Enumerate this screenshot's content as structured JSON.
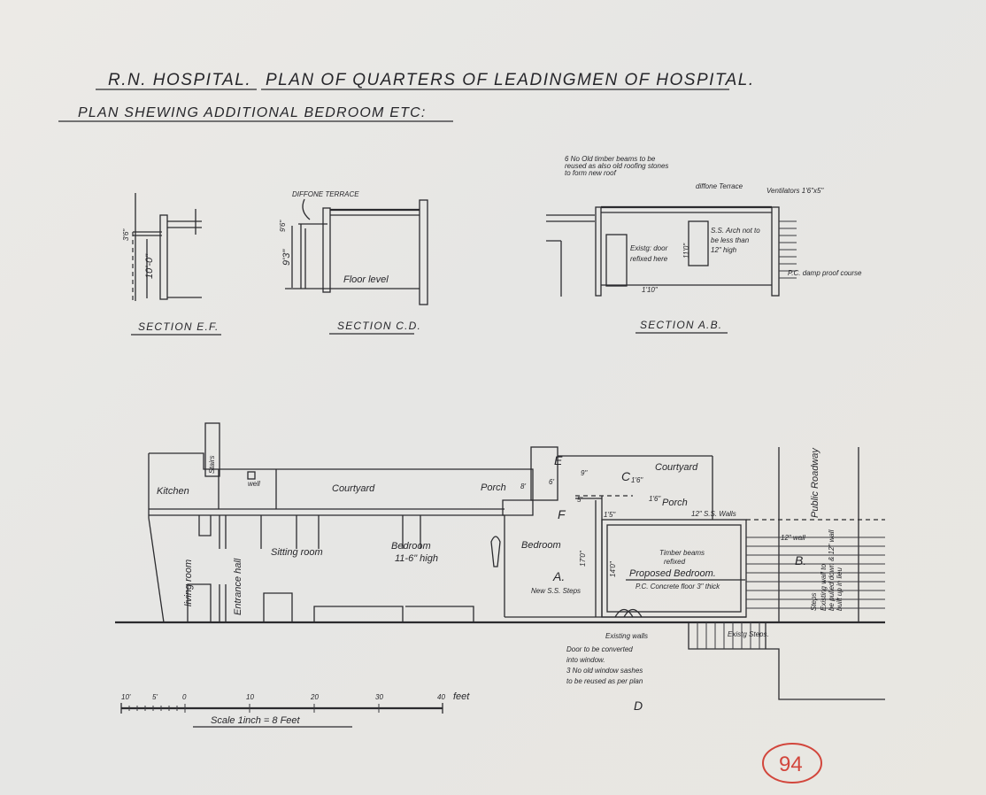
{
  "title": {
    "main_left": "R.N. HOSPITAL.",
    "main_right": "PLAN OF QUARTERS OF LEADINGMEN OF HOSPITAL.",
    "subtitle": "PLAN SHEWING ADDITIONAL BEDROOM ETC:"
  },
  "sections": {
    "ef": {
      "label": "SECTION E.F.",
      "dim1": "3'6\"",
      "dim2": "10'-0\""
    },
    "cd": {
      "label": "SECTION C.D.",
      "note_terrace": "DIFFONE TERRACE",
      "note_floor": "Floor level",
      "dim1": "9'3\"",
      "dim2": "9'6\""
    },
    "ab": {
      "label": "SECTION A.B.",
      "note_beams": [
        "6 No Old timber beams to be",
        "reused as also old roofing stones",
        "to form new roof"
      ],
      "note_terrace": "diffone Terrace",
      "note_vent": "Ventilators 1'6\"x5\"",
      "note_arch": [
        "S.S. Arch not to",
        "be less than",
        "12\" high"
      ],
      "note_door": [
        "Existg: door",
        "refixed here"
      ],
      "note_dpc": "P.C. damp proof course",
      "dim_height": "11'0\"",
      "dim_step": "1'10\""
    }
  },
  "plan": {
    "rooms": {
      "kitchen": "Kitchen",
      "well": "well",
      "courtyard_left": "Courtyard",
      "porch_left": "Porch",
      "sitting_room": "Sitting room",
      "bedroom_mid": "Bedroom",
      "bedroom_mid_height": "11-6\" high",
      "living_room": "living room",
      "entrance_hall": "Entrance hall",
      "bedroom_right": "Bedroom",
      "courtyard_right": "Courtyard",
      "porch_right": "Porch",
      "proposed_bedroom": "Proposed Bedroom.",
      "stairs": "Stairs"
    },
    "markers": {
      "a": "A.",
      "b": "B.",
      "c": "C",
      "d": "D",
      "e": "E",
      "f": "F"
    },
    "notes": {
      "walls": "12\" S.S. Walls",
      "timber": [
        "Timber beams",
        "refixed"
      ],
      "floor": "P.C. Concrete floor 3\" thick",
      "wall12": "12\" wall",
      "new_steps": "New S.S. Steps",
      "existing_walls": "Existing walls",
      "door_convert": [
        "Door to be converted",
        "into window.",
        "3 No old window sashes",
        "to be reused as per plan"
      ],
      "exist_steps": "Existg Steps.",
      "public_roadway": "Public Roadway",
      "steps_note": [
        "Steps",
        "Existing wall to",
        "be pulled down & 12\" wall",
        "built up in lieu"
      ]
    },
    "dims": {
      "d6": "6'",
      "d8": "8'",
      "d9": "9\"",
      "d16a": "1'6\"",
      "d16b": "1'6\"",
      "d5": "5'",
      "d15": "1'5\"",
      "d17": "17'0\"",
      "d14": "14'0\""
    }
  },
  "scale": {
    "ticks": [
      "10'",
      "5'",
      "0",
      "10",
      "20",
      "30",
      "40"
    ],
    "unit": "feet",
    "caption": "Scale 1inch = 8 Feet"
  },
  "sheet_number": "94",
  "colors": {
    "ink": "#2b2b2e",
    "paper": "#eceae6",
    "red": "#d2463c"
  }
}
